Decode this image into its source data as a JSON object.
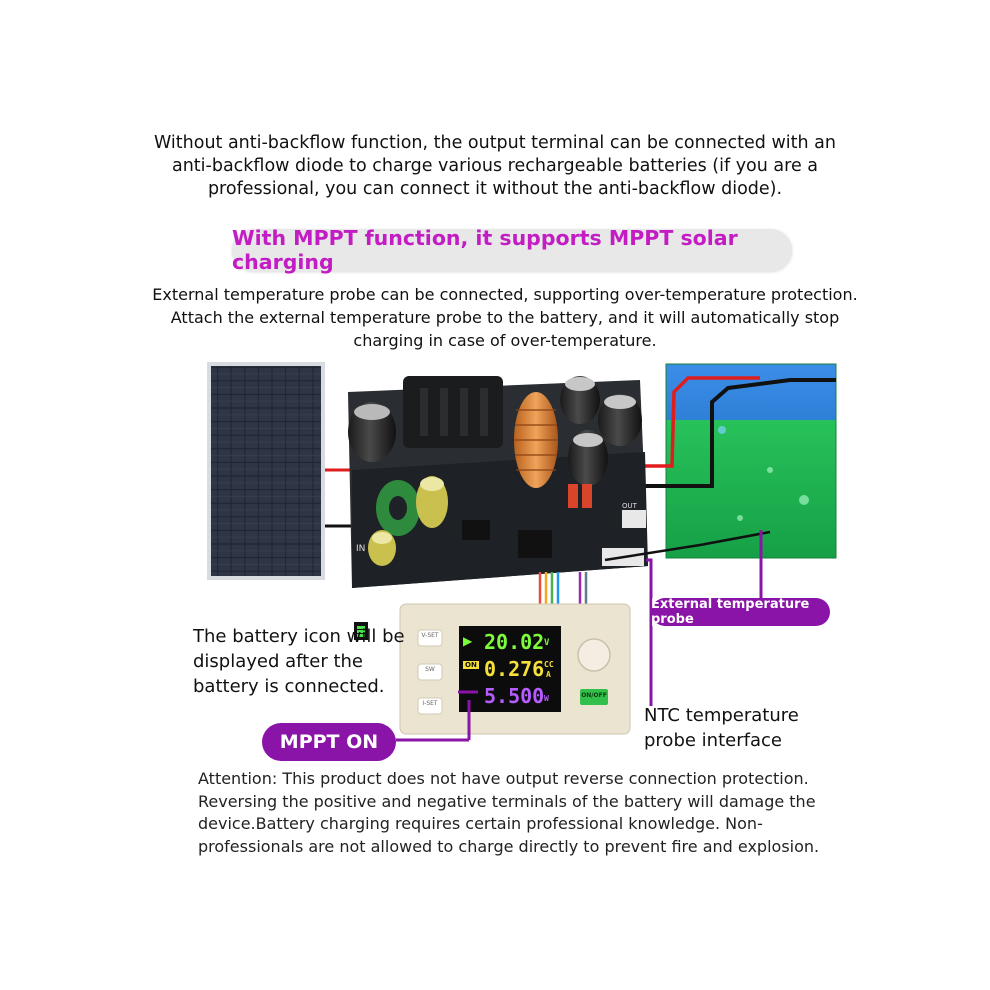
{
  "top_paragraph": "Without anti-backflow function, the output terminal can be connected with an anti-backflow diode to charge various rechargeable batteries (if you are a professional, you can connect it without the anti-backflow diode).",
  "mppt_banner": "With MPPT function, it supports MPPT solar charging",
  "probe_paragraph": "External temperature probe can be connected, supporting over-temperature protection. Attach the external temperature probe to the battery, and it will automatically stop charging in case of over-temperature.",
  "callouts": {
    "battery_icon": "The battery icon will be displayed after the battery is connected.",
    "mppt_on": "MPPT ON",
    "external_probe": "External temperature probe",
    "ntc_interface": "NTC temperature probe interface"
  },
  "display": {
    "voltage": "20.02",
    "voltage_unit": "V",
    "current": "0.276",
    "current_unit": "A",
    "cc_badge": "CC",
    "power": "5.500",
    "power_unit": "W",
    "on_badge": "ON"
  },
  "panel_buttons": {
    "vset": "V-SET",
    "sw": "SW",
    "iset": "I-SET",
    "onoff": "ON/OFF"
  },
  "board_labels": {
    "in": "IN",
    "out": "OUT"
  },
  "attention": "Attention: This product does not have output reverse connection protection. Reversing the positive and negative terminals of the battery will damage the device.Battery charging requires certain professional knowledge. Non-professionals are not allowed to charge directly to prevent fire and explosion.",
  "colors": {
    "accent_purple": "#8b14a8",
    "banner_text": "#c31cc4",
    "voltage_green": "#7cfc3a",
    "current_yellow": "#f5e13a",
    "power_purple": "#b45cff"
  }
}
